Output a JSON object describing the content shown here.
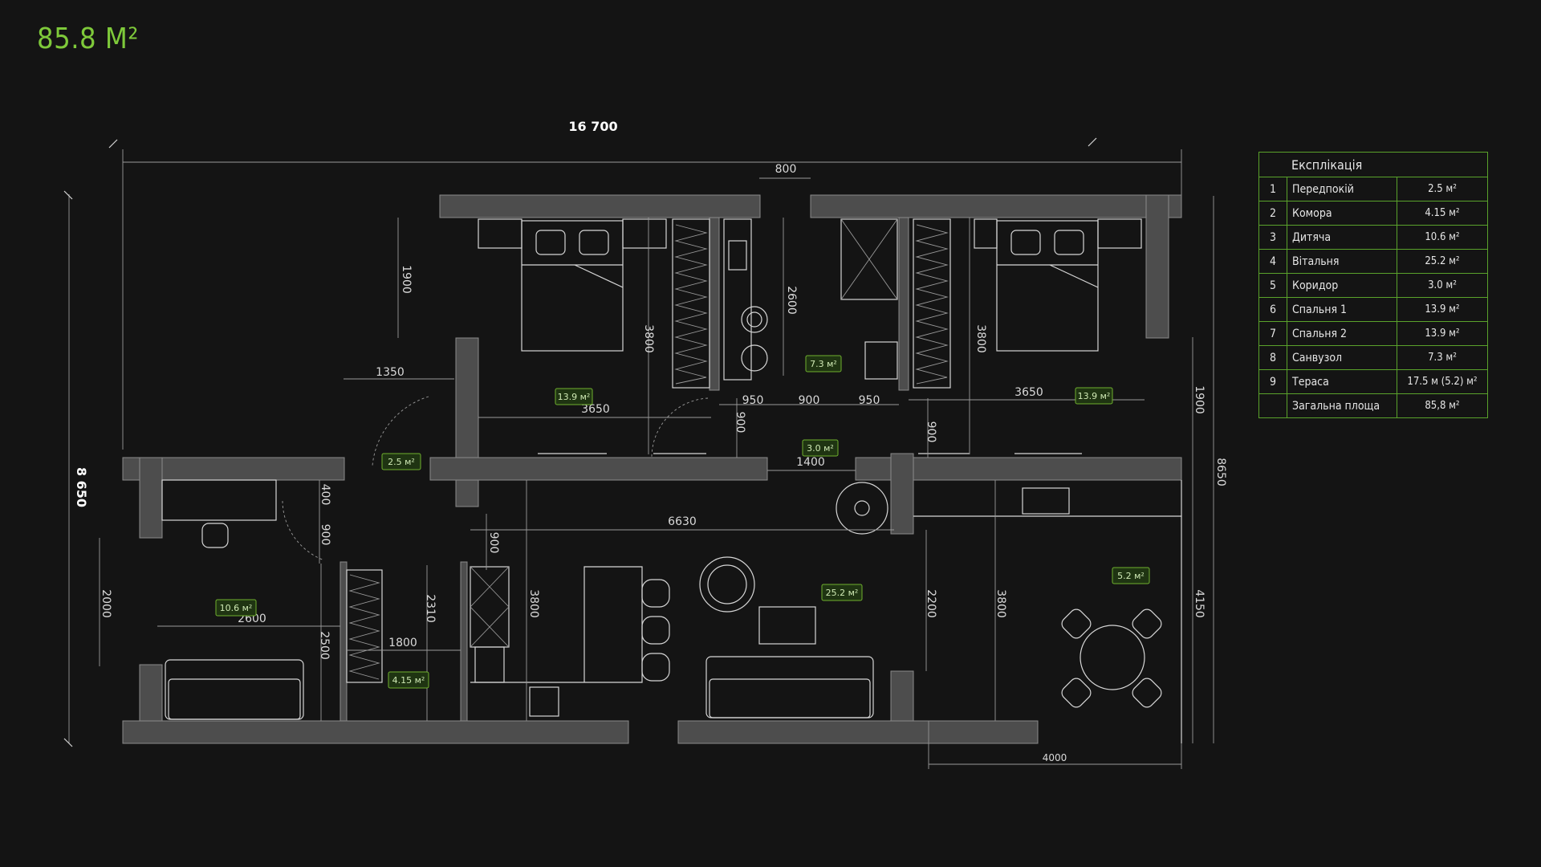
{
  "title": "85.8 М²",
  "dimensions": {
    "total_width": "16 700",
    "total_height": "8 650",
    "d800": "800",
    "d1900_left": "1900",
    "d3800_b1": "3800",
    "d2600": "2600",
    "d3800_b2": "3800",
    "d1350": "1350",
    "d3650_left": "3650",
    "d3650_right": "3650",
    "d950_a": "950",
    "d900_mid": "900",
    "d950_b": "950",
    "d900_v1": "900",
    "d900_v2": "900",
    "d1400": "1400",
    "d1900_right": "1900",
    "d8650_right": "8650",
    "d400": "400",
    "d900_left": "900",
    "d900_liv": "900",
    "d6630": "6630",
    "d2000": "2000",
    "d2600_bottom": "2600",
    "d2500": "2500",
    "d2310": "2310",
    "d1800": "1800",
    "d3800_liv": "3800",
    "d2200": "2200",
    "d3800_ter": "3800",
    "d4150": "4150",
    "d4000": "4000"
  },
  "room_badges": {
    "bedroom1": "13.9 м²",
    "bathroom": "7.3 м²",
    "bedroom2": "13.9 м²",
    "hall": "2.5 м²",
    "corridor": "3.0 м²",
    "terrace": "5.2 м²",
    "kids": "10.6 м²",
    "living": "25.2 м²",
    "storage": "4.15 м²"
  },
  "legend": {
    "title": "Експлікація",
    "rows": [
      {
        "n": "1",
        "name": "Передпокій",
        "area": "2.5 м²"
      },
      {
        "n": "2",
        "name": "Комора",
        "area": "4.15 м²"
      },
      {
        "n": "3",
        "name": "Дитяча",
        "area": "10.6 м²"
      },
      {
        "n": "4",
        "name": "Вітальня",
        "area": "25.2 м²"
      },
      {
        "n": "5",
        "name": "Коридор",
        "area": "3.0 м²"
      },
      {
        "n": "6",
        "name": "Спальня 1",
        "area": "13.9 м²"
      },
      {
        "n": "7",
        "name": "Спальня 2",
        "area": "13.9 м²"
      },
      {
        "n": "8",
        "name": "Санвузол",
        "area": "7.3 м²"
      },
      {
        "n": "9",
        "name": "Тераса",
        "area": "17.5 м (5.2) м²"
      },
      {
        "n": "",
        "name": "Загальна площа",
        "area": "85,8 м²"
      }
    ]
  },
  "colors": {
    "accent": "#7ec93a",
    "background": "#141414",
    "wall": "#4d4d4d",
    "line": "#d6d6d6"
  }
}
